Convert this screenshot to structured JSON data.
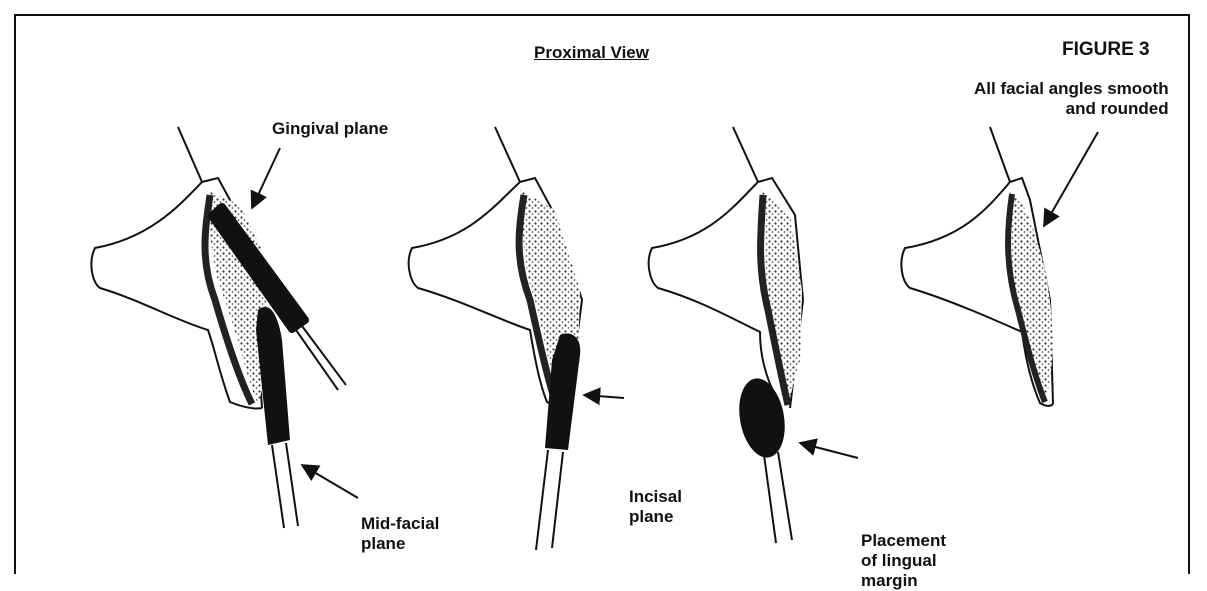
{
  "figure": {
    "title": "Proximal View",
    "figure_number": "FIGURE 3",
    "labels": {
      "gingival_plane": "Gingival plane",
      "mid_facial_plane": "Mid-facial\nplane",
      "incisal_plane": "Incisal\nplane",
      "placement_lingual_margin": "Placement\nof lingual\nmargin",
      "facial_angles": "All facial angles smooth\nand rounded"
    },
    "colors": {
      "ink": "#111111",
      "background": "#ffffff",
      "stipple": "#444444"
    }
  }
}
